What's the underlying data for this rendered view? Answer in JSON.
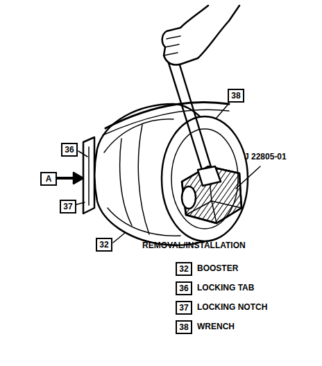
{
  "diagram": {
    "labels": [
      "A",
      "36",
      "37",
      "38",
      "J 22805-01",
      "32",
      "REMOVAL/INSTALLATION",
      "32",
      "BOOSTER",
      "36",
      "LOCKING TAB",
      "37",
      "LOCKING NOTCH",
      "38",
      "WRENCH"
    ]
  }
}
